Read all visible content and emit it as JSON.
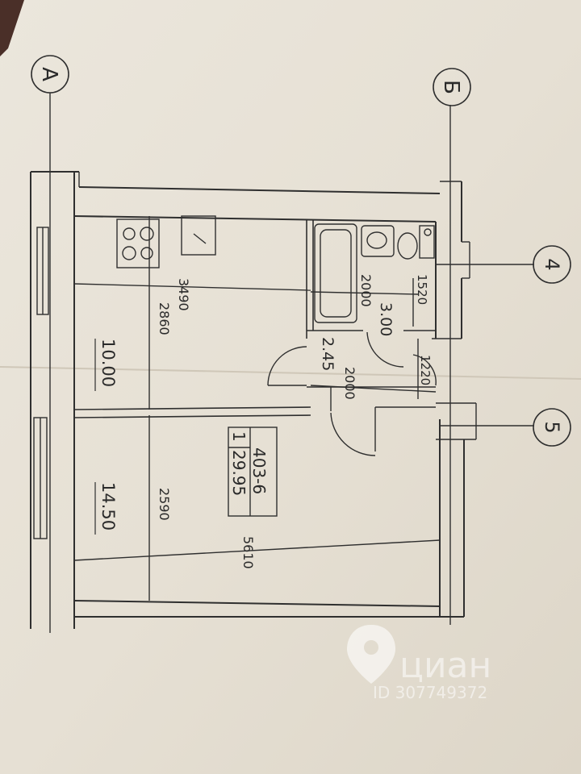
{
  "grid_axes": {
    "a": "А",
    "b": "Б",
    "four": "4",
    "five": "5"
  },
  "dimensions": {
    "kitchen_length": "3490",
    "kitchen_width": "2860",
    "room_width": "2590",
    "total_length": "5610",
    "bath_length": "2000",
    "hall_length": "2000",
    "bath_width": "1520",
    "hall_width": "1220"
  },
  "areas": {
    "kitchen": "10.00",
    "room": "14.50",
    "bathroom": "3.00",
    "hallway": "2.45"
  },
  "stamp": {
    "series": "403-6",
    "rooms": "1",
    "total_area": "29.95"
  },
  "watermark": {
    "brand": "циан",
    "id": "ID 307749372"
  },
  "colors": {
    "paper": "#e8e2d7",
    "line": "#2f2f2f",
    "background": "#d9d2c4"
  }
}
